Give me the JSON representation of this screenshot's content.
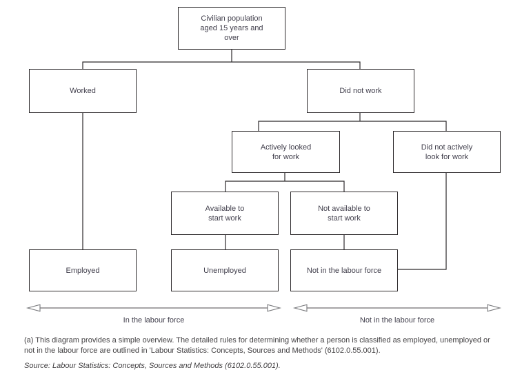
{
  "diagram": {
    "title_implicit": "Labour force framework flowchart",
    "nodes": {
      "civilian": "Civilian population\naged 15 years and\nover",
      "worked": "Worked",
      "did_not_work": "Did not work",
      "actively_looked": "Actively looked\nfor work",
      "did_not_actively": "Did not actively\nlook for work",
      "available": "Available to\nstart work",
      "not_available": "Not available to\nstart work",
      "employed": "Employed",
      "unemployed": "Unemployed",
      "not_in_labour_force": "Not in the labour force"
    },
    "edges": [
      {
        "from": "civilian",
        "to": "worked"
      },
      {
        "from": "civilian",
        "to": "did_not_work"
      },
      {
        "from": "worked",
        "to": "employed"
      },
      {
        "from": "did_not_work",
        "to": "actively_looked"
      },
      {
        "from": "did_not_work",
        "to": "did_not_actively"
      },
      {
        "from": "actively_looked",
        "to": "available"
      },
      {
        "from": "actively_looked",
        "to": "not_available"
      },
      {
        "from": "available",
        "to": "unemployed"
      },
      {
        "from": "not_available",
        "to": "not_in_labour_force"
      },
      {
        "from": "did_not_actively",
        "to": "not_in_labour_force"
      }
    ],
    "axis_labels": {
      "in_labour_force": "In the labour force",
      "not_in_labour_force": "Not in the labour force"
    },
    "colors": {
      "line": "#2c292b",
      "text": "#403e4b",
      "arrowhead_outline": "#77787b",
      "background": "#ffffff"
    }
  },
  "footnote": "(a) This diagram provides a simple overview. The detailed rules for determining whether a person is classified as employed, unemployed or\nnot in the labour force are outlined in 'Labour Statistics: Concepts, Sources and Methods' (6102.0.55.001).",
  "source": "Source: Labour Statistics: Concepts, Sources and Methods (6102.0.55.001)."
}
